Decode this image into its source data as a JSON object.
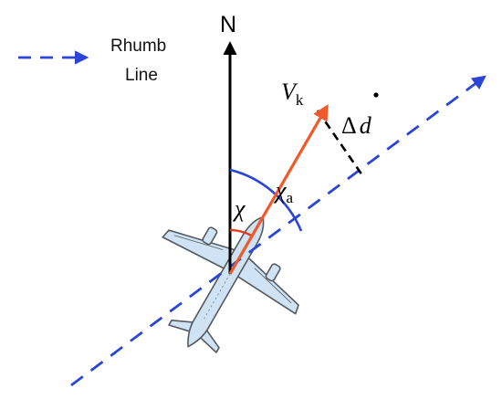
{
  "legend": {
    "label_line1": "Rhumb",
    "label_line2": "Line"
  },
  "labels": {
    "north": "N",
    "ground_velocity_symbol": "V",
    "ground_velocity_subscript": "k",
    "course_angle": "χ",
    "track_angle_symbol": "χ",
    "track_angle_subscript": "a",
    "delta": "Δ",
    "d_symbol": "d"
  },
  "colors": {
    "rhumb_line": "#2b46d6",
    "velocity_vector": "#f0592a",
    "north_arrow": "#000000",
    "course_arc": "#e23b22",
    "track_arc": "#2b46d6",
    "aircraft_body": "#cfe3f4",
    "aircraft_outline": "#555a61"
  }
}
